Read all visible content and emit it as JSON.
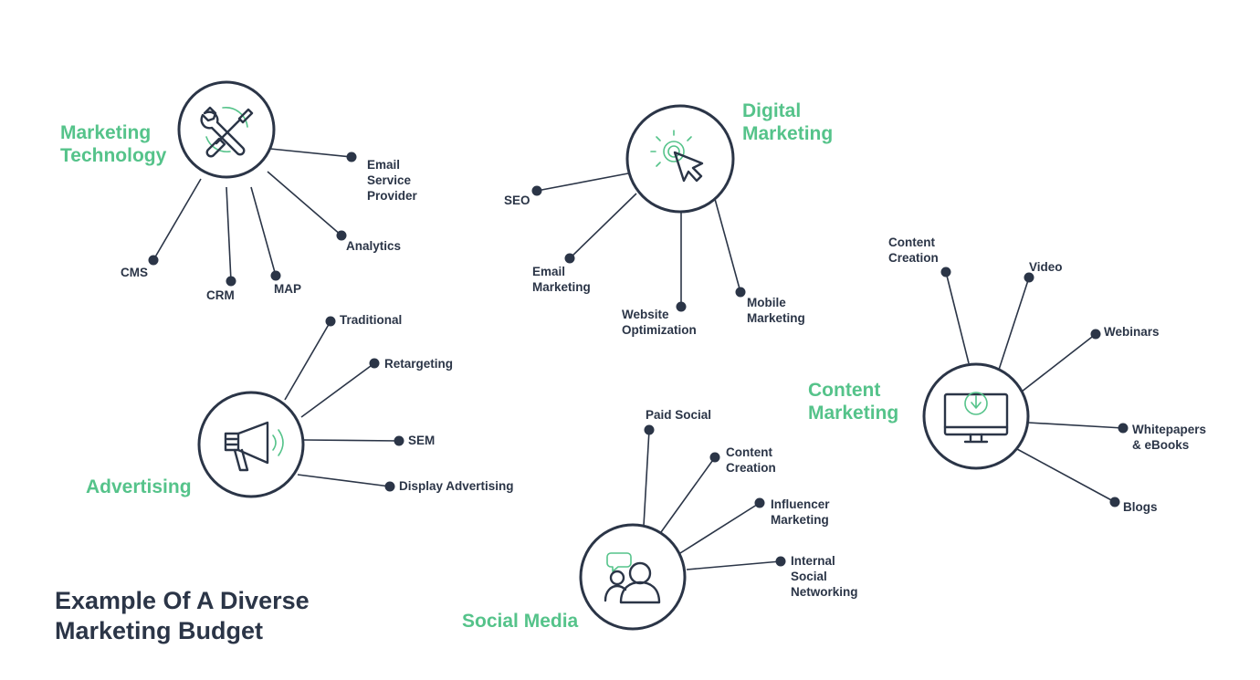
{
  "page_title": [
    "Example Of A Diverse",
    "Marketing Budget"
  ],
  "colors": {
    "accent": "#55c38a",
    "dark": "#2b3547",
    "background": "#ffffff"
  },
  "hubs": [
    {
      "id": "marketing-technology",
      "title": [
        "Marketing",
        "Technology"
      ],
      "icon": "wrench-screwdriver-icon",
      "leaves": [
        {
          "label": [
            "Email",
            "Service",
            "Provider"
          ]
        },
        {
          "label": [
            "Analytics"
          ]
        },
        {
          "label": [
            "MAP"
          ]
        },
        {
          "label": [
            "CRM"
          ]
        },
        {
          "label": [
            "CMS"
          ]
        }
      ]
    },
    {
      "id": "digital-marketing",
      "title": [
        "Digital",
        "Marketing"
      ],
      "icon": "cursor-click-icon",
      "leaves": [
        {
          "label": [
            "SEO"
          ]
        },
        {
          "label": [
            "Email",
            "Marketing"
          ]
        },
        {
          "label": [
            "Website",
            "Optimization"
          ]
        },
        {
          "label": [
            "Mobile",
            "Marketing"
          ]
        }
      ]
    },
    {
      "id": "advertising",
      "title": [
        "Advertising"
      ],
      "icon": "megaphone-icon",
      "leaves": [
        {
          "label": [
            "Traditional"
          ]
        },
        {
          "label": [
            "Retargeting"
          ]
        },
        {
          "label": [
            "SEM"
          ]
        },
        {
          "label": [
            "Display Advertising"
          ]
        }
      ]
    },
    {
      "id": "social-media",
      "title": [
        "Social Media"
      ],
      "icon": "users-chat-icon",
      "leaves": [
        {
          "label": [
            "Paid Social"
          ]
        },
        {
          "label": [
            "Content",
            "Creation"
          ]
        },
        {
          "label": [
            "Influencer",
            "Marketing"
          ]
        },
        {
          "label": [
            "Internal",
            "Social",
            "Networking"
          ]
        }
      ]
    },
    {
      "id": "content-marketing",
      "title": [
        "Content",
        "Marketing"
      ],
      "icon": "monitor-download-icon",
      "leaves": [
        {
          "label": [
            "Content",
            "Creation"
          ]
        },
        {
          "label": [
            "Video"
          ]
        },
        {
          "label": [
            "Webinars"
          ]
        },
        {
          "label": [
            "Whitepapers",
            "& eBooks"
          ]
        },
        {
          "label": [
            "Blogs"
          ]
        }
      ]
    }
  ]
}
